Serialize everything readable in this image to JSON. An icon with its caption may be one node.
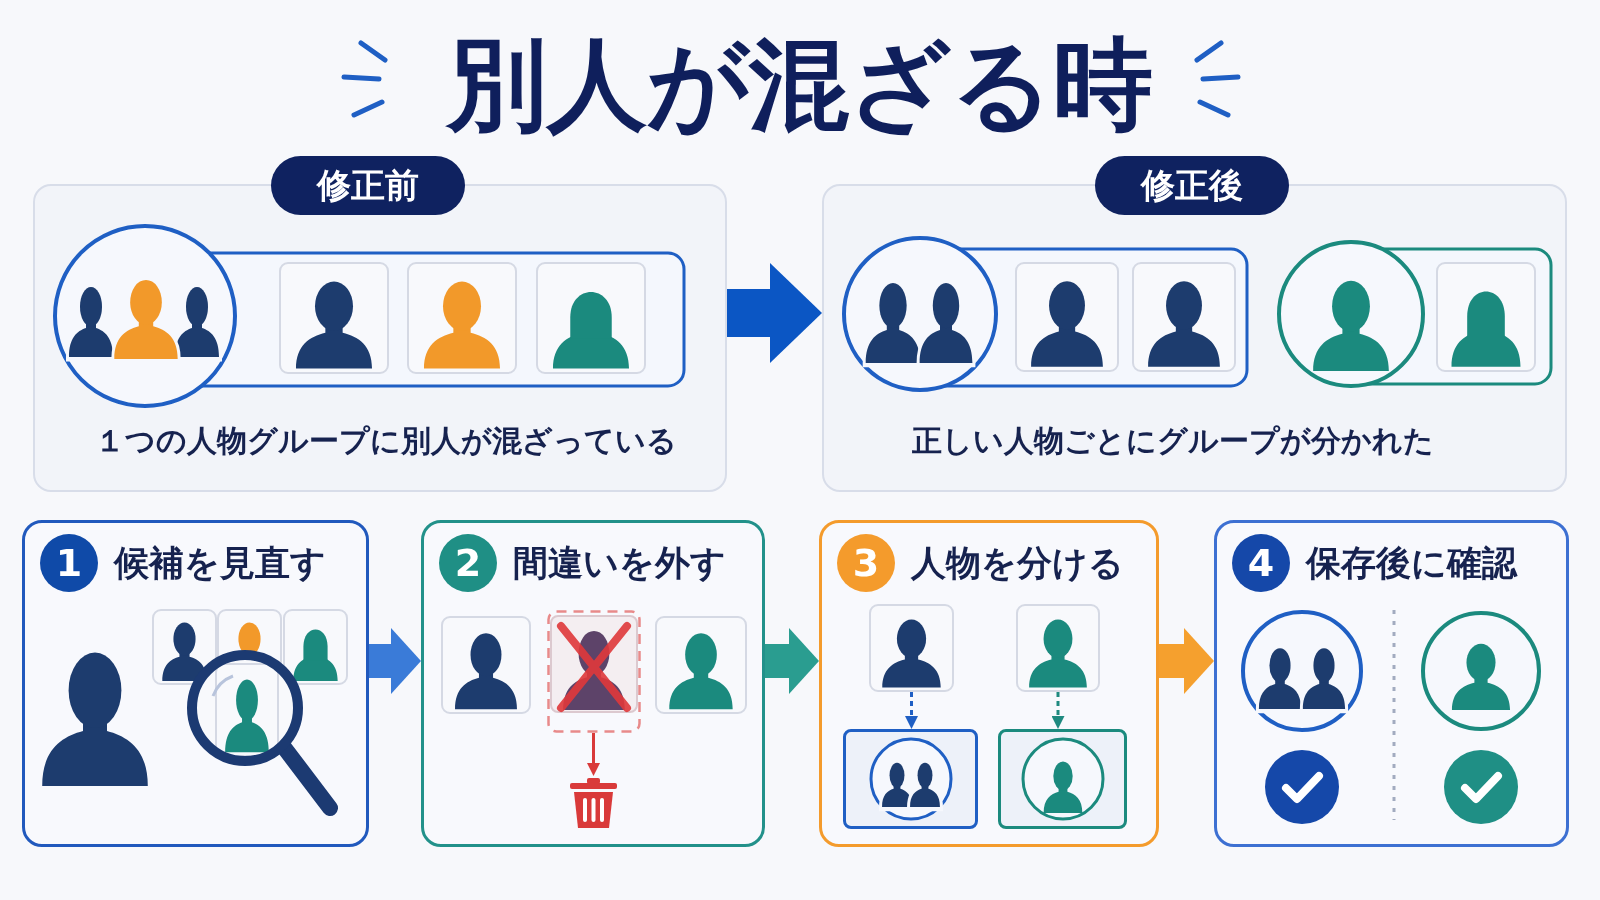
{
  "diagram": {
    "title": "別人が混ざる時",
    "nodes": [
      {
        "text": [
          "修正前",
          "１つの人物グループに別人が混ざっている"
        ]
      },
      {
        "text": [
          "修正後",
          "正しい人物ごとにグループが分かれた"
        ]
      },
      {
        "text": [
          "1",
          "候補を見直す"
        ]
      },
      {
        "text": [
          "2",
          "間違いを外す"
        ]
      },
      {
        "text": [],
        "shape": "picture",
        "in": 3
      },
      {
        "text": [],
        "shape": "picture",
        "in": 3
      },
      {
        "text": [
          "3",
          "人物を分ける"
        ]
      },
      {
        "text": [],
        "shape": "picture",
        "in": 6
      },
      {
        "text": [],
        "shape": "picture",
        "in": 6
      },
      {
        "text": [],
        "shape": "box",
        "in": 6
      },
      {
        "text": [],
        "shape": "box",
        "in": 6
      },
      {
        "text": [
          "4",
          "保存後に確認"
        ]
      }
    ],
    "edges": [
      {
        "from": 0,
        "to": 1,
        "arrow": "to",
        "color": "#0b56c4"
      },
      {
        "from": 2,
        "to": 3,
        "arrow": "to",
        "color": "#3a7bd8"
      },
      {
        "from": 3,
        "to": 6,
        "arrow": "to",
        "color": "#2a9d90"
      },
      {
        "from": 6,
        "to": 11,
        "arrow": "to",
        "color": "#f5a02e"
      },
      {
        "from": 4,
        "to": 5,
        "arrow": "to",
        "color": "#d93a3a"
      },
      {
        "from": 7,
        "to": 9,
        "arrow": "to",
        "style": "dashed",
        "color": "#1f5fc4"
      },
      {
        "from": 8,
        "to": 10,
        "arrow": "to",
        "style": "dashed",
        "color": "#1f8a80"
      }
    ]
  }
}
